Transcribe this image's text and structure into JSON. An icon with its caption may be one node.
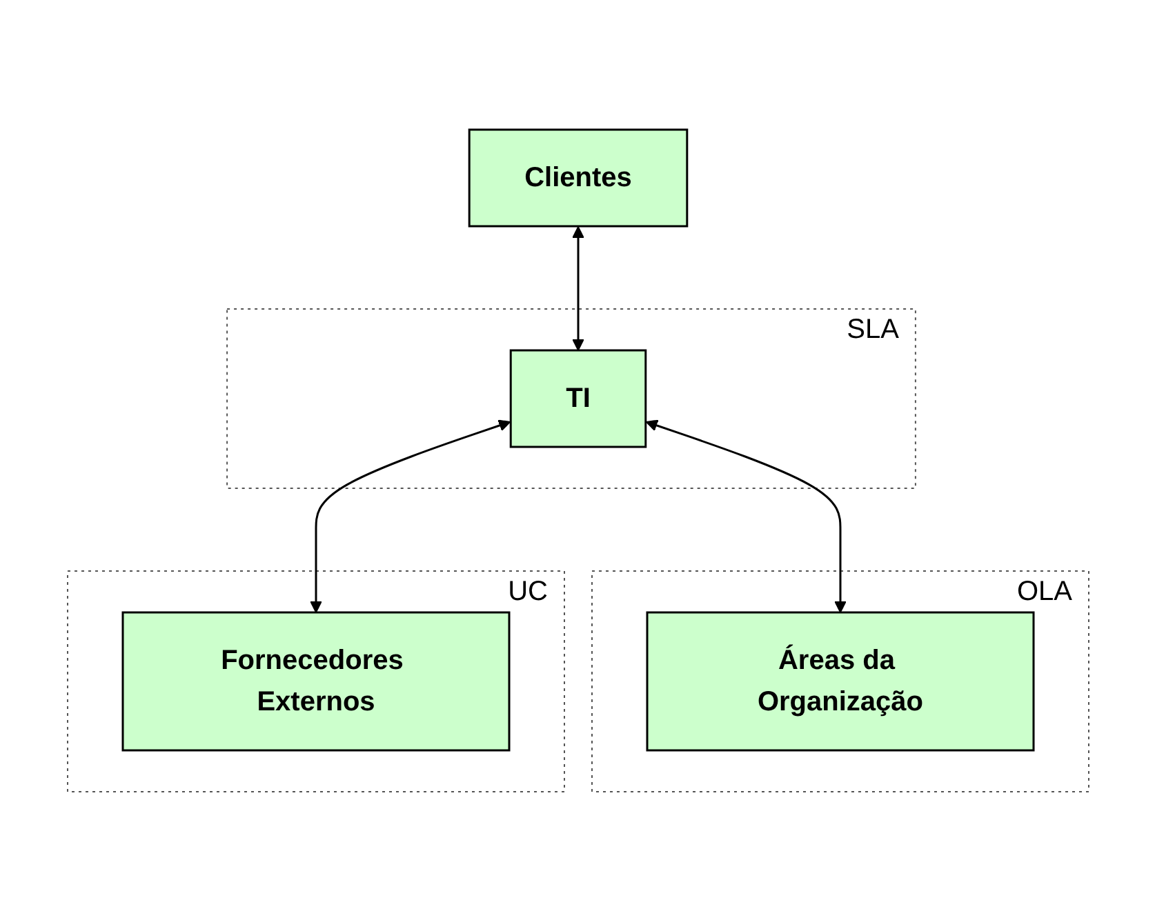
{
  "diagram": {
    "nodes": [
      {
        "text": [
          "Clientes"
        ]
      },
      {
        "text": [
          "SLA"
        ]
      },
      {
        "text": [
          "TI"
        ],
        "in": 1
      },
      {
        "text": [
          "OLA"
        ]
      },
      {
        "text": [
          "Áreas da Organização"
        ],
        "in": 3
      },
      {
        "text": [
          "UC"
        ]
      },
      {
        "text": [
          "Fornecedores Externos"
        ],
        "in": 5
      }
    ],
    "edges": [
      {
        "from": 0,
        "to": 2,
        "arrow": "both"
      },
      {
        "from": 2,
        "to": 4,
        "arrow": "both"
      },
      {
        "from": 2,
        "to": 6,
        "arrow": "both"
      }
    ]
  }
}
